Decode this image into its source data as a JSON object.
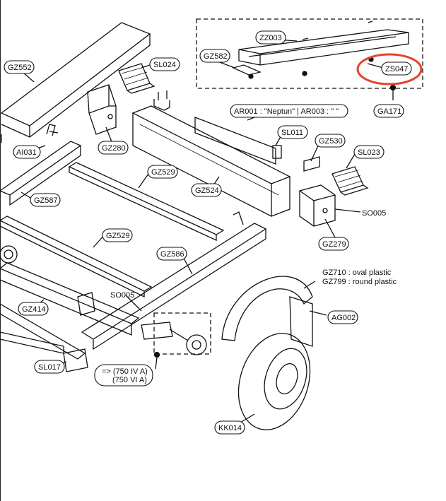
{
  "title": "",
  "labels": {
    "zz003": "ZZ003",
    "gz582": "GZ582",
    "zs047": "ZS047",
    "ga171": "GA171",
    "gz552": "GZ552",
    "sl024": "SL024",
    "ar_note": "AR001 : \"Neptun\"  |  AR003 : \" \"",
    "sl011": "SL011",
    "ai031": "AI031",
    "gz280": "GZ280",
    "gz530": "GZ530",
    "sl023": "SL023",
    "gz529_a": "GZ529",
    "gz524": "GZ524",
    "gz587": "GZ587",
    "so005_a": "SO005",
    "gz279": "GZ279",
    "gz529_b": "GZ529",
    "gz586": "GZ586",
    "gz710": "GZ710 : oval plastic",
    "gz799": "GZ799 : round plastic",
    "so005_b": "SO005",
    "gz414": "GZ414",
    "ag002": "AG002",
    "sl017": "SL017",
    "variant_1": "=> (750 IV A)",
    "variant_2": "(750 VI A)",
    "kk014": "KK014"
  },
  "colors": {
    "line": "#111111",
    "highlight": "#e0452f"
  }
}
